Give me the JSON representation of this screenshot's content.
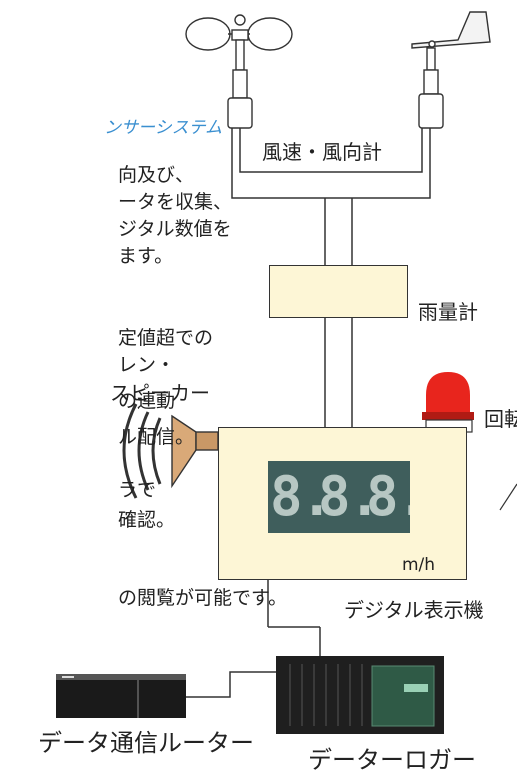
{
  "system_title": "ンサーシステム",
  "description_lines": [
    "向及び、",
    "ータを収集、",
    "ジタル数値を",
    "ます。"
  ],
  "alarm_lines": [
    "定値超での",
    "レン・",
    "の連動",
    "ル配信。"
  ],
  "camera_lines": [
    "ラで",
    "確認。"
  ],
  "browse_line": "の閲覧が可能です。",
  "labels": {
    "anemometer": "風速・風向計",
    "rain_gauge": "雨量計",
    "speaker": "スピーカー",
    "rotating_light": "回転",
    "display_unit": "m/h",
    "display_device": "デジタル表示機",
    "router": "データ通信ルーター",
    "logger": "データーロガー"
  },
  "display_digits": [
    "8.",
    "8.",
    "8."
  ],
  "colors": {
    "title_blue": "#3a8fd0",
    "panel_fill": "#fdf6d6",
    "beacon_red": "#e8251d",
    "digit_panel": "#3f5e5c"
  }
}
